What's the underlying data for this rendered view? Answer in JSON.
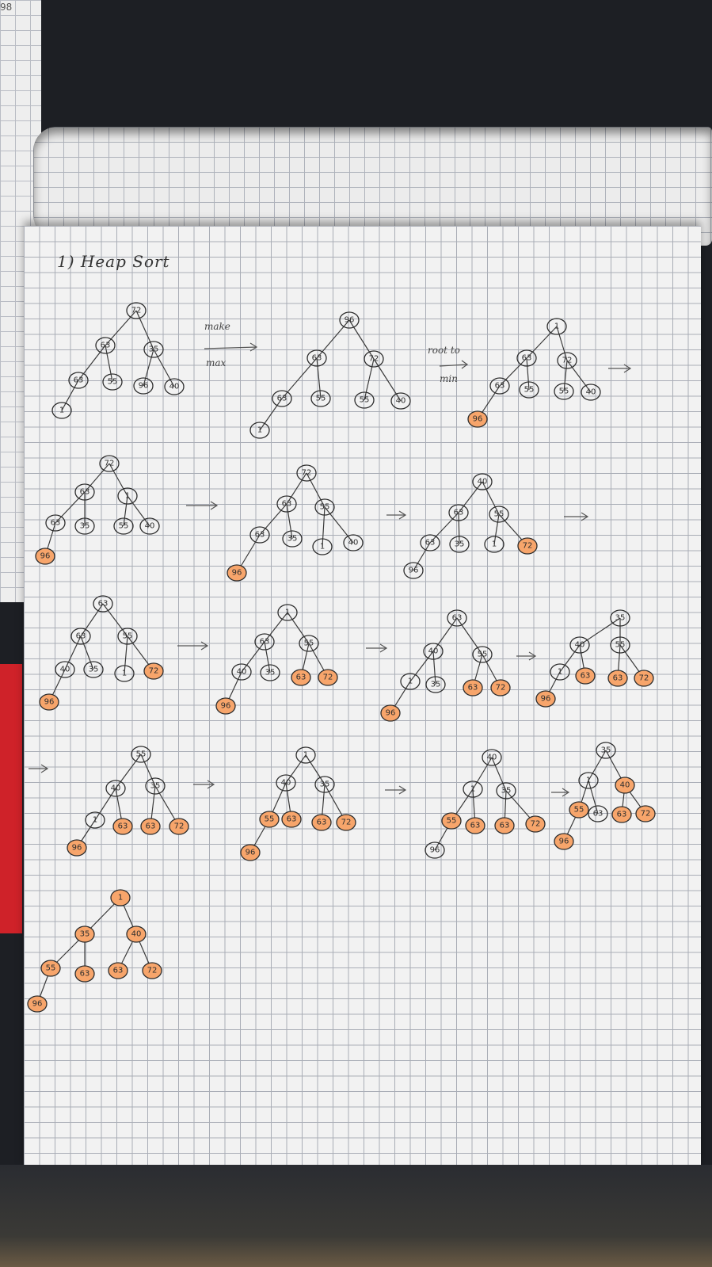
{
  "corner_text": "98",
  "title": "1) Heap Sort",
  "annotations": {
    "make_max_top": "make",
    "make_max_bottom": "max",
    "root_to_min_top": "root to",
    "root_to_min_bottom": "min"
  },
  "colors": {
    "paper": "#f2f2f2",
    "grid": "#a9adb6",
    "highlight": "#f7a56b",
    "ink": "#2d2d2d"
  },
  "trees": [
    {
      "id": "t1",
      "nodes": [
        {
          "v": "72"
        },
        {
          "v": "63"
        },
        {
          "v": "35"
        },
        {
          "v": "63"
        },
        {
          "v": "55"
        },
        {
          "v": "96"
        },
        {
          "v": "40"
        },
        {
          "v": "1"
        }
      ]
    },
    {
      "id": "t2",
      "nodes": [
        {
          "v": "96"
        },
        {
          "v": "63"
        },
        {
          "v": "72"
        },
        {
          "v": "63"
        },
        {
          "v": "55"
        },
        {
          "v": "55"
        },
        {
          "v": "40"
        },
        {
          "v": "1"
        }
      ]
    },
    {
      "id": "t3",
      "nodes": [
        {
          "v": "1"
        },
        {
          "v": "63"
        },
        {
          "v": "72"
        },
        {
          "v": "63"
        },
        {
          "v": "55"
        },
        {
          "v": "55"
        },
        {
          "v": "40"
        },
        {
          "v": "96",
          "s": 1
        }
      ]
    },
    {
      "id": "t4",
      "nodes": [
        {
          "v": "72"
        },
        {
          "v": "63"
        },
        {
          "v": "1"
        },
        {
          "v": "63"
        },
        {
          "v": "35"
        },
        {
          "v": "55"
        },
        {
          "v": "40"
        },
        {
          "v": "96",
          "s": 1
        }
      ]
    },
    {
      "id": "t5",
      "nodes": [
        {
          "v": "72"
        },
        {
          "v": "63"
        },
        {
          "v": "55"
        },
        {
          "v": "63"
        },
        {
          "v": "35"
        },
        {
          "v": "1"
        },
        {
          "v": "40"
        },
        {
          "v": "96",
          "s": 1
        }
      ]
    },
    {
      "id": "t6",
      "nodes": [
        {
          "v": "40"
        },
        {
          "v": "63"
        },
        {
          "v": "55"
        },
        {
          "v": "63"
        },
        {
          "v": "35"
        },
        {
          "v": "1"
        },
        {
          "v": "72",
          "s": 1
        },
        {
          "v": "96"
        }
      ]
    },
    {
      "id": "t7",
      "nodes": [
        {
          "v": "63"
        },
        {
          "v": "63"
        },
        {
          "v": "55"
        },
        {
          "v": "40"
        },
        {
          "v": "35"
        },
        {
          "v": "1"
        },
        {
          "v": "72",
          "s": 1
        },
        {
          "v": "96",
          "s": 1
        }
      ]
    },
    {
      "id": "t8",
      "nodes": [
        {
          "v": "1"
        },
        {
          "v": "63"
        },
        {
          "v": "55"
        },
        {
          "v": "40"
        },
        {
          "v": "35"
        },
        {
          "v": "63",
          "s": 1
        },
        {
          "v": "72",
          "s": 1
        },
        {
          "v": "96",
          "s": 1
        }
      ]
    },
    {
      "id": "t9",
      "nodes": [
        {
          "v": "63"
        },
        {
          "v": "40"
        },
        {
          "v": "55"
        },
        {
          "v": "1"
        },
        {
          "v": "35"
        },
        {
          "v": "63",
          "s": 1
        },
        {
          "v": "72",
          "s": 1
        },
        {
          "v": "96",
          "s": 1
        }
      ]
    },
    {
      "id": "t10",
      "nodes": [
        {
          "v": "35"
        },
        {
          "v": "40"
        },
        {
          "v": "55"
        },
        {
          "v": "1"
        },
        {
          "v": "63",
          "s": 1
        },
        {
          "v": "63",
          "s": 1
        },
        {
          "v": "72",
          "s": 1
        },
        {
          "v": "96",
          "s": 1
        }
      ]
    },
    {
      "id": "t11",
      "nodes": [
        {
          "v": "55"
        },
        {
          "v": "40"
        },
        {
          "v": "35"
        },
        {
          "v": "1"
        },
        {
          "v": "63",
          "s": 1
        },
        {
          "v": "63",
          "s": 1
        },
        {
          "v": "72",
          "s": 1
        },
        {
          "v": "96",
          "s": 1
        }
      ]
    },
    {
      "id": "t12",
      "nodes": [
        {
          "v": "1"
        },
        {
          "v": "40"
        },
        {
          "v": "35"
        },
        {
          "v": "55",
          "s": 1
        },
        {
          "v": "63",
          "s": 1
        },
        {
          "v": "63",
          "s": 1
        },
        {
          "v": "72",
          "s": 1
        },
        {
          "v": "96",
          "s": 1
        }
      ]
    },
    {
      "id": "t13",
      "nodes": [
        {
          "v": "40"
        },
        {
          "v": "1"
        },
        {
          "v": "35"
        },
        {
          "v": "55",
          "s": 1
        },
        {
          "v": "63",
          "s": 1
        },
        {
          "v": "63",
          "s": 1
        },
        {
          "v": "72",
          "s": 1
        },
        {
          "v": "96"
        }
      ]
    },
    {
      "id": "t14",
      "nodes": [
        {
          "v": "35"
        },
        {
          "v": "1"
        },
        {
          "v": "40",
          "s": 1
        },
        {
          "v": "55",
          "s": 1
        },
        {
          "v": "63"
        },
        {
          "v": "63",
          "s": 1
        },
        {
          "v": "72",
          "s": 1
        },
        {
          "v": "96",
          "s": 1
        }
      ]
    },
    {
      "id": "t15",
      "nodes": [
        {
          "v": "1",
          "s": 1
        },
        {
          "v": "35",
          "s": 1
        },
        {
          "v": "40",
          "s": 1
        },
        {
          "v": "55",
          "s": 1
        },
        {
          "v": "63",
          "s": 1
        },
        {
          "v": "63",
          "s": 1
        },
        {
          "v": "72",
          "s": 1
        },
        {
          "v": "96",
          "s": 1
        }
      ]
    }
  ]
}
